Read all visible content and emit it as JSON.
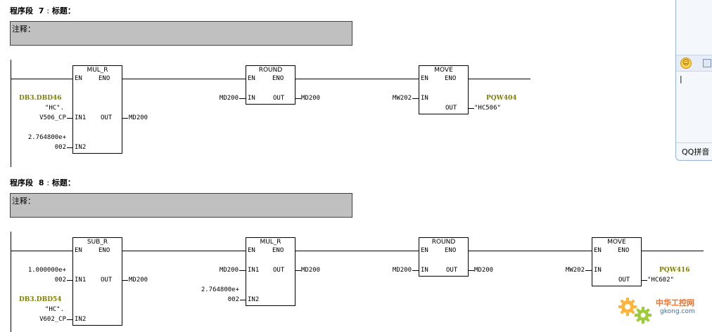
{
  "networks": [
    {
      "label": "程序段",
      "number": "7",
      "colon": ":",
      "title": "标题：",
      "comment": "注释：",
      "blocks": {
        "mul_r": {
          "name": "MUL_R",
          "en": "EN",
          "eno": "ENO",
          "in1": "IN1",
          "in2": "IN2",
          "out": "OUT",
          "in1_sym": "DB3.DBD46",
          "in1_l2": "\"HC\".",
          "in1_l3": "V506_CP",
          "in2_l1": "2.764800e+",
          "in2_l2": "002",
          "out_op": "MD200"
        },
        "round": {
          "name": "ROUND",
          "en": "EN",
          "eno": "ENO",
          "in": "IN",
          "out": "OUT",
          "in_op": "MD200",
          "out_op": "MD200"
        },
        "move": {
          "name": "MOVE",
          "en": "EN",
          "eno": "ENO",
          "in": "IN",
          "out": "OUT",
          "in_op": "MW202",
          "out_sym": "PQW404",
          "out_op": "\"HC506\""
        }
      }
    },
    {
      "label": "程序段",
      "number": "8",
      "colon": ":",
      "title": "标题：",
      "comment": "注释：",
      "blocks": {
        "sub_r": {
          "name": "SUB_R",
          "en": "EN",
          "eno": "ENO",
          "in1": "IN1",
          "in2": "IN2",
          "out": "OUT",
          "in1_l1": "1.000000e+",
          "in1_l2": "002",
          "in2_sym": "DB3.DBD54",
          "in2_l2": "\"HC\".",
          "in2_l3": "V602_CP",
          "out_op": "MD200"
        },
        "mul_r": {
          "name": "MUL_R",
          "en": "EN",
          "eno": "ENO",
          "in1": "IN1",
          "in2": "IN2",
          "out": "OUT",
          "in1_op": "MD200",
          "in2_l1": "2.764800e+",
          "in2_l2": "002",
          "out_op": "MD200"
        },
        "round": {
          "name": "ROUND",
          "en": "EN",
          "eno": "ENO",
          "in": "IN",
          "out": "OUT",
          "in_op": "MD200",
          "out_op": "MD200"
        },
        "move": {
          "name": "MOVE",
          "en": "EN",
          "eno": "ENO",
          "in": "IN",
          "out": "OUT",
          "in_op": "MW202",
          "out_sym": "PQW416",
          "out_op": "\"HC602\""
        }
      }
    }
  ],
  "qq_panel": {
    "label": "QQ拼音",
    "emoji_icon": "smile-icon",
    "cursor": "|"
  },
  "watermark": {
    "line1": "中华工控网",
    "line2": "gkong.com"
  }
}
